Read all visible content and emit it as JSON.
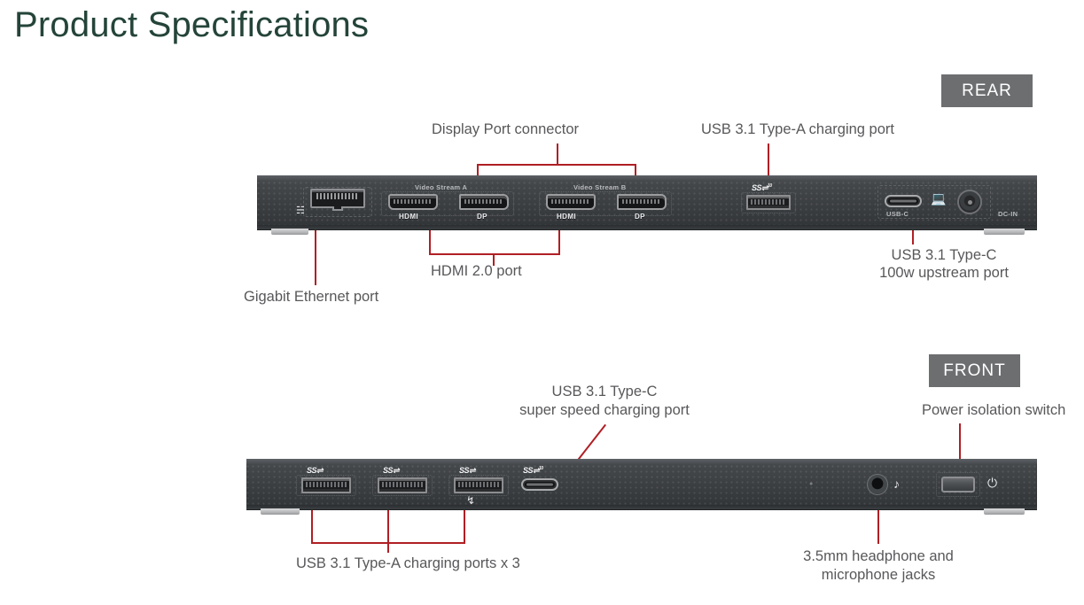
{
  "page": {
    "title": "Product Specifications"
  },
  "badges": {
    "rear": "REAR",
    "front": "FRONT"
  },
  "colors": {
    "title": "#24443a",
    "badge_bg": "#6d6e70",
    "badge_text": "#ffffff",
    "leader_line": "#b01f24",
    "label_text": "#58585b",
    "chassis": "#3b3e41"
  },
  "rear": {
    "labels": {
      "display_port": "Display Port connector",
      "usb_a_charging": "USB 3.1 Type-A charging port",
      "hdmi": "HDMI 2.0 port",
      "gigabit_ethernet": "Gigabit Ethernet port",
      "usb_c_upstream_line1": "USB 3.1 Type-C",
      "usb_c_upstream_line2": "100w upstream port"
    },
    "silkscreen": {
      "video_stream_a": "Video Stream A",
      "video_stream_b": "Video Stream B",
      "hdmi_a": "HDMI",
      "dp_a": "DP",
      "hdmi_b": "HDMI",
      "dp_b": "DP",
      "usb_c": "USB-C",
      "dc_in": "DC-IN",
      "ss_usb_a": "SS⇌",
      "ss_usb_a_sup": "10"
    }
  },
  "front": {
    "labels": {
      "usb_c_superspeed_line1": "USB 3.1 Type-C",
      "usb_c_superspeed_line2": "super speed charging port",
      "power_isolation": "Power isolation switch",
      "usb_a_ports": "USB 3.1 Type-A charging ports x 3",
      "audio_jacks_line1": "3.5mm headphone and",
      "audio_jacks_line2": "microphone jacks"
    },
    "silkscreen": {
      "ss_port_1": "SS⇌",
      "ss_port_2": "SS⇌",
      "ss_port_3": "SS⇌",
      "ss_port_c": "SS⇌",
      "ss_port_c_sup": "10",
      "power_symbol": "⏻",
      "headphone_symbol": "♪"
    }
  }
}
